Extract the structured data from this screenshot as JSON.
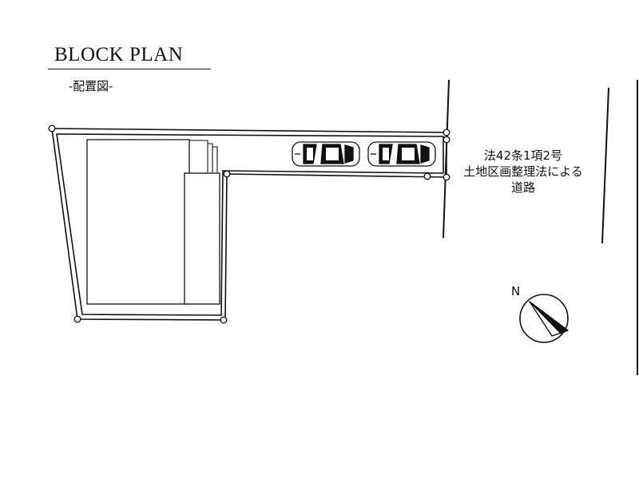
{
  "header": {
    "title": "BLOCK PLAN",
    "subtitle": "-配置図-"
  },
  "road": {
    "label_lines": [
      "法42条1項2号",
      "土地区画整理法による",
      "道路"
    ]
  },
  "compass": {
    "north_label": "N",
    "icon": "north-arrow-icon"
  },
  "parking": {
    "icons": [
      "car-icon",
      "car-icon"
    ]
  }
}
